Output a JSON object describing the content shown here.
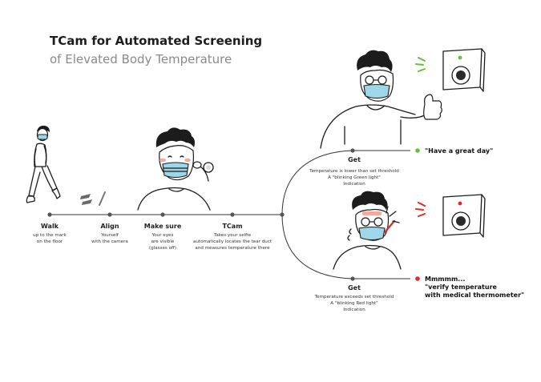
{
  "title": {
    "line1": "TCam  for Automated Screening",
    "line2": "of Elevated Body Temperature"
  },
  "steps": [
    {
      "heading": "Walk",
      "desc": [
        "up to the mark",
        "on the floor"
      ]
    },
    {
      "heading": "Align",
      "desc": [
        "Yourself",
        "with the camera"
      ]
    },
    {
      "heading": "Make sure",
      "desc": [
        "Your eyes",
        "are visible",
        "(glasses off)"
      ]
    },
    {
      "heading": "TCam",
      "desc": [
        "Takes your selfie",
        "automatically locates the tear duct",
        "and measures temperature there"
      ]
    }
  ],
  "outcomes": {
    "normal": {
      "heading": "Get",
      "desc": [
        "Temperature is lower than set threshold",
        "A \"blinking Green light\"",
        "Indication"
      ],
      "message": [
        "\"Have a great day\""
      ],
      "color": "#6abf3a"
    },
    "elevated": {
      "heading": "Get",
      "desc": [
        "Temperature exceeds set threshold",
        "A \"blinking Red light\"",
        "Indication"
      ],
      "message": [
        "Mmmmm...",
        "\"verify temperature",
        "with medical thermometer\""
      ],
      "color": "#e02b2b"
    }
  },
  "colors": {
    "mask": "#9fd6e8",
    "thermometer": "#e02b2b",
    "green_light": "#6abf3a",
    "red_light": "#e02b2b"
  },
  "icons": [
    "person-walking-icon",
    "footprints-icon",
    "person-adjusting-glasses-icon",
    "person-thumbs-up-icon",
    "person-fever-icon",
    "camera-device-icon"
  ]
}
